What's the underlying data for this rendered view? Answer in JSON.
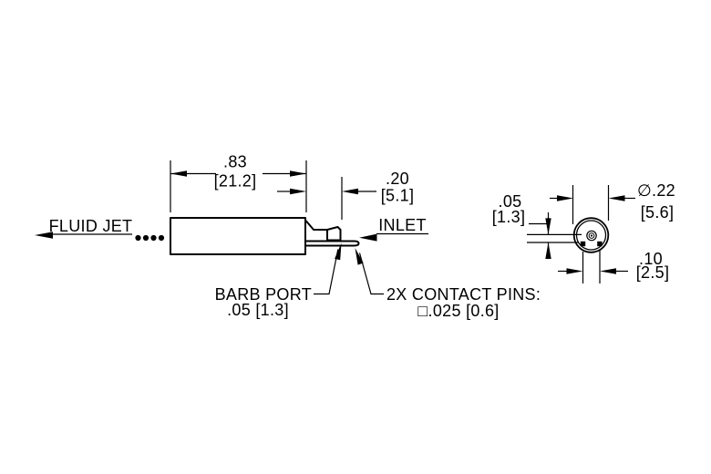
{
  "drawing": {
    "type": "engineering-dimension-drawing",
    "colors": {
      "background": "#ffffff",
      "line": "#000000"
    },
    "labels": {
      "fluid_jet": "FLUID JET",
      "inlet": "INLET",
      "barb_port": {
        "line1": "BARB PORT",
        "line2": ".05 [1.3]"
      },
      "contact_pins": {
        "line1": "2X CONTACT PINS:",
        "line2": "□.025 [0.6]"
      }
    },
    "dimensions": {
      "body_length": {
        "in": ".83",
        "mm": "[21.2]"
      },
      "barb_section_length": {
        "in": ".20",
        "mm": "[5.1]"
      },
      "body_diameter": {
        "in": "∅.22",
        "mm": "[5.6]"
      },
      "pin_offset": {
        "in": ".05",
        "mm": "[1.3]"
      },
      "pin_spacing": {
        "in": ".10",
        "mm": "[2.5]"
      }
    }
  }
}
